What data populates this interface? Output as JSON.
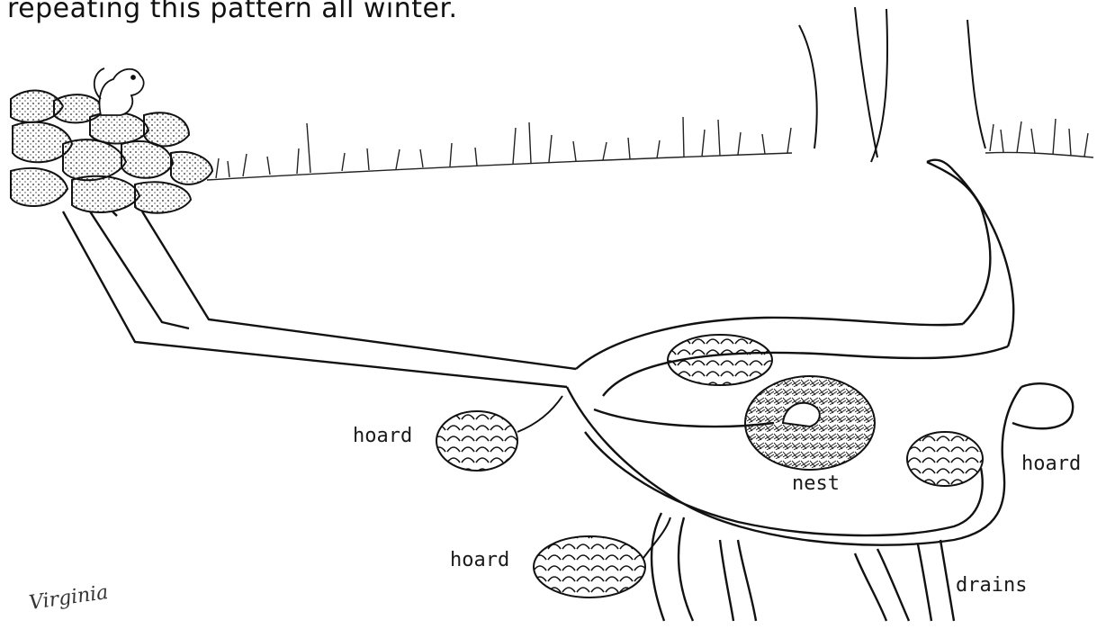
{
  "caption": "repeating this pattern all winter.",
  "labels": {
    "hoard_left": "hoard",
    "hoard_bottom": "hoard",
    "hoard_right": "hoard",
    "nest": "nest",
    "drains": "drains"
  },
  "signature": "Virginia",
  "colors": {
    "ink": "#111111",
    "paper": "#ffffff"
  },
  "icons": [
    "chipmunk-icon",
    "rock-pile-icon",
    "grass-icon",
    "tree-root-icon",
    "nest-icon",
    "food-hoard-icon"
  ]
}
